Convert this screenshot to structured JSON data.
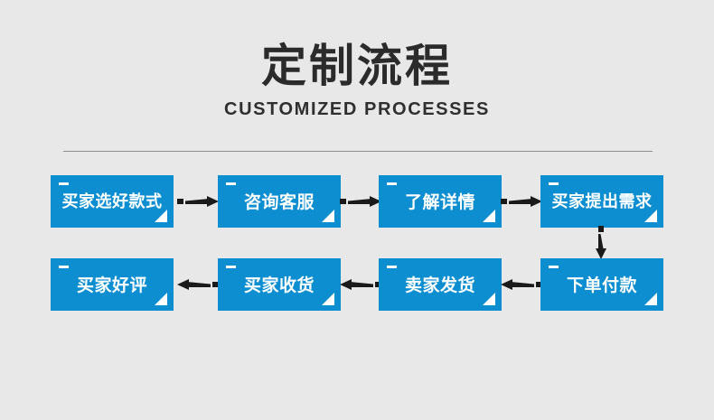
{
  "page": {
    "background_color": "#e8e8e8",
    "accent_color": "#0c8ed1",
    "text_color": "#2b2b2b",
    "arrow_color": "#1a1a1a"
  },
  "header": {
    "title_cn": "定制流程",
    "title_en": "CUSTOMIZED PROCESSES"
  },
  "flow": {
    "row1": [
      {
        "label": "买家选好款式"
      },
      {
        "label": "咨询客服"
      },
      {
        "label": "了解详情"
      },
      {
        "label": "买家提出需求"
      }
    ],
    "row2": [
      {
        "label": "买家好评"
      },
      {
        "label": "买家收货"
      },
      {
        "label": "卖家发货"
      },
      {
        "label": "下单付款"
      }
    ],
    "connectors": {
      "row1_direction": "right",
      "row2_direction": "left",
      "vertical_direction": "down"
    }
  }
}
